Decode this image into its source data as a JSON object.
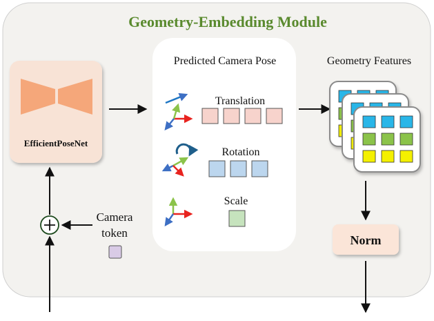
{
  "module": {
    "title": "Geometry-Embedding Module",
    "title_color": "#5a8a2e"
  },
  "encoder": {
    "label": "EfficientPoseNet",
    "fill_color": "#f8e3d6",
    "shape_color": "#f5a77a"
  },
  "camera_token": {
    "line1": "Camera",
    "line2": "token",
    "color": "#d9cbe6"
  },
  "pose_panel": {
    "title": "Predicted Camera Pose",
    "translation_label": "Translation",
    "rotation_label": "Rotation",
    "scale_label": "Scale",
    "translation_color": "#f7d3cc",
    "rotation_color": "#bcd6ee",
    "scale_color": "#c6e3bd"
  },
  "features": {
    "title": "Geometry Features",
    "grid_colors": [
      "#29b6e8",
      "#8bc34a",
      "#f4f000"
    ]
  },
  "norm": {
    "label": "Norm",
    "fill_color": "#fbe5d8"
  },
  "adder_icon": "circle-plus-icon"
}
